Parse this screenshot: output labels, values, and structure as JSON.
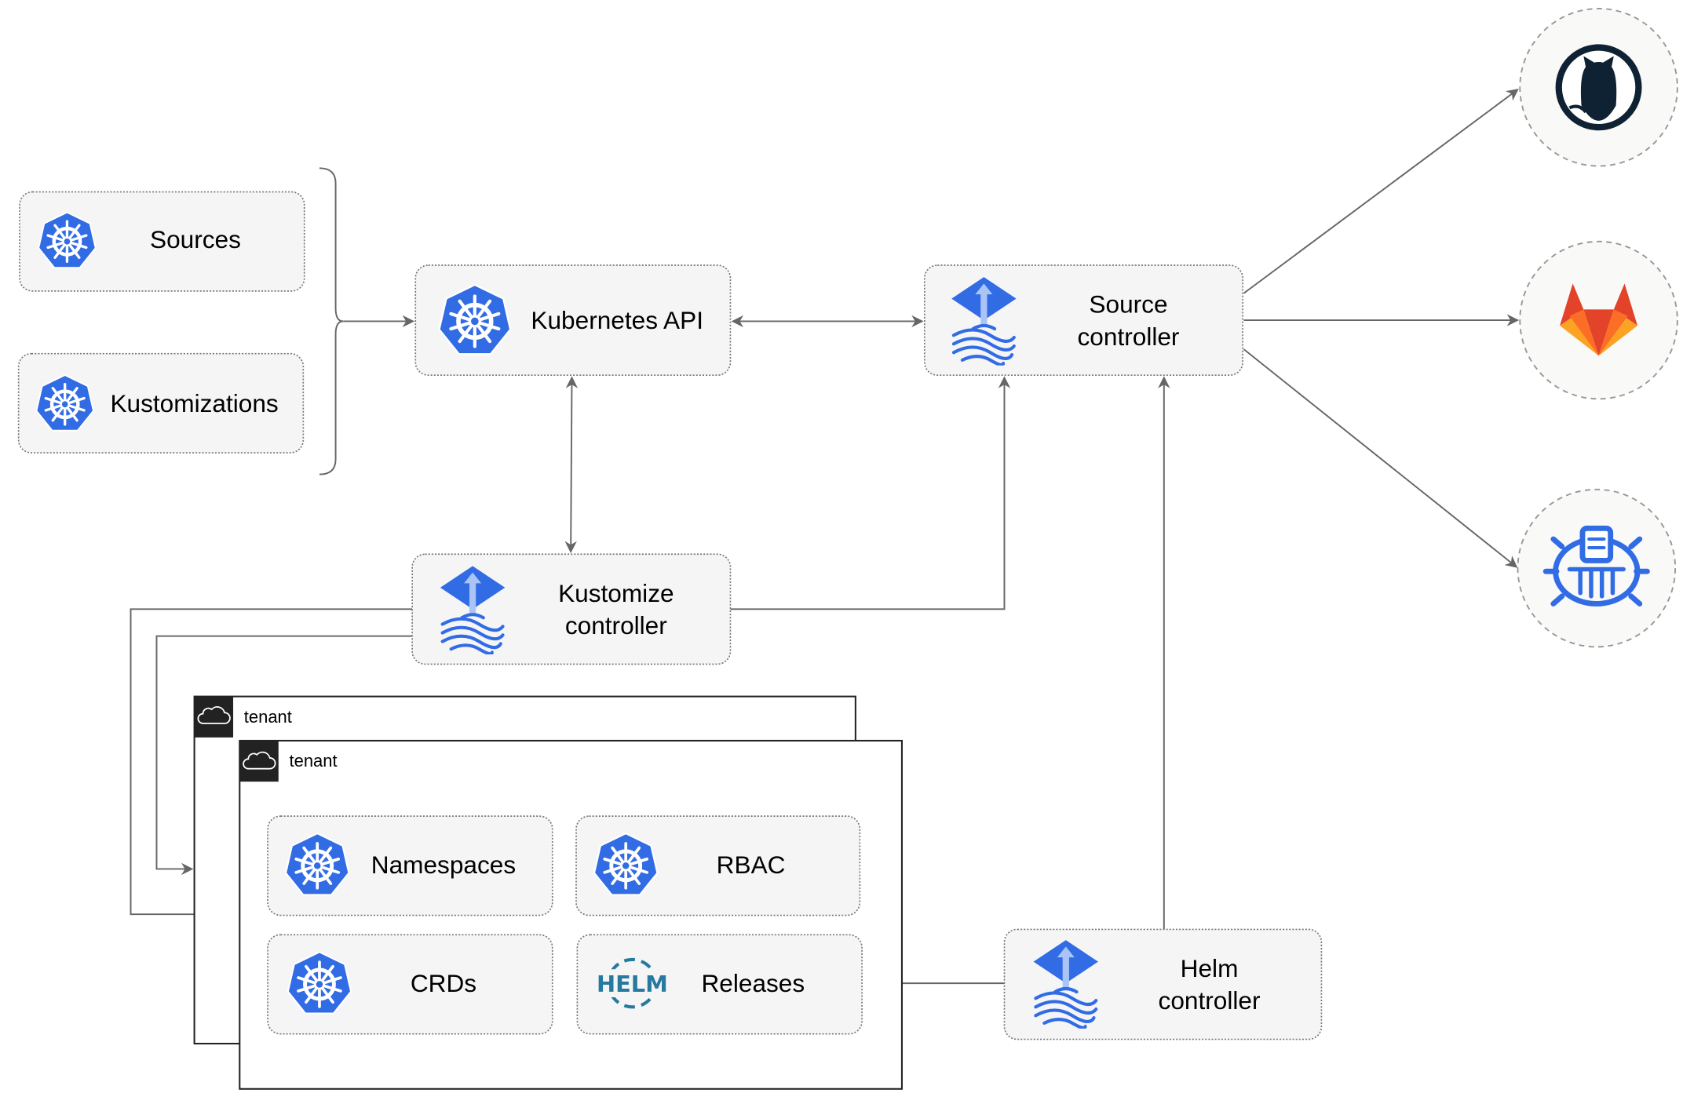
{
  "nodes": {
    "sources": {
      "label": "Sources",
      "icon": "kubernetes-icon"
    },
    "kustomizations": {
      "label": "Kustomizations",
      "icon": "kubernetes-icon"
    },
    "kubernetes_api": {
      "label": "Kubernetes API",
      "icon": "kubernetes-icon"
    },
    "source_controller": {
      "line1": "Source",
      "line2": "controller",
      "icon": "flux-icon"
    },
    "kustomize_controller": {
      "line1": "Kustomize",
      "line2": "controller",
      "icon": "flux-icon"
    },
    "helm_controller": {
      "line1": "Helm",
      "line2": "controller",
      "icon": "flux-icon"
    },
    "namespaces": {
      "label": "Namespaces",
      "icon": "kubernetes-icon"
    },
    "rbac": {
      "label": "RBAC",
      "icon": "kubernetes-icon"
    },
    "crds": {
      "label": "CRDs",
      "icon": "kubernetes-icon"
    },
    "releases": {
      "label": "Releases",
      "icon": "helm-icon",
      "icon_text": "HELM"
    }
  },
  "tenants": [
    {
      "label": "tenant",
      "icon": "cloud-icon"
    },
    {
      "label": "tenant",
      "icon": "cloud-icon"
    }
  ],
  "external": [
    {
      "name": "github",
      "icon": "github-icon"
    },
    {
      "name": "gitlab",
      "icon": "gitlab-icon"
    },
    {
      "name": "bucket",
      "icon": "bucket-icon"
    }
  ],
  "colors": {
    "kubernetes_blue": "#326ce5",
    "edge": "#666666",
    "gitlab_orange": "#e24329",
    "github_dark": "#0f2233"
  }
}
